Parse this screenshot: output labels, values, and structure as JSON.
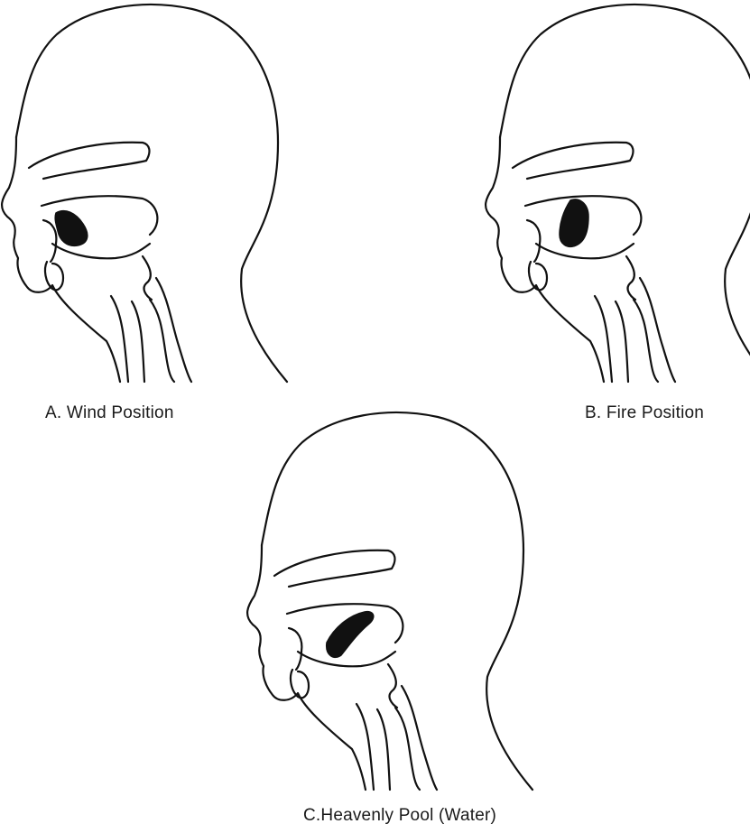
{
  "panels": [
    {
      "id": "a",
      "label": "A. Wind Position"
    },
    {
      "id": "b",
      "label": "B. Fire Position"
    },
    {
      "id": "c",
      "label": "C.Heavenly Pool (Water)"
    }
  ],
  "colors": {
    "line": "#111111",
    "background": "#ffffff"
  }
}
